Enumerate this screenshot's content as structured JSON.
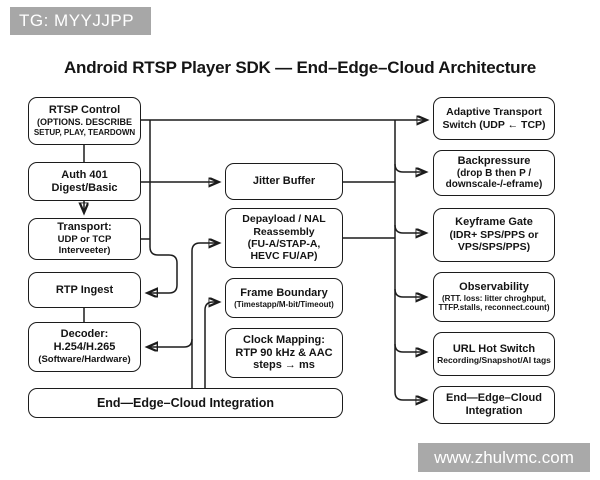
{
  "badge": {
    "text": "TG: MYYJJPP"
  },
  "title": "Android RTSP Player SDK — End–Edge–Cloud Architecture",
  "watermark": {
    "text": "www.zhulvmc.com"
  },
  "colors": {
    "box_border": "#1c1c1c",
    "text": "#141414",
    "badge_bg": "#a7a7a7",
    "watermark_bg": "#a9a9a9",
    "background": "#ffffff"
  },
  "nodes": {
    "rtsp_control": {
      "lines": [
        "RTSP Control",
        "(OPTIONS. DESCRIBE",
        "SETUP, PLAY, TEARDOWN"
      ]
    },
    "auth_401": {
      "lines": [
        "Auth 401",
        "Digest/Basic"
      ]
    },
    "transport": {
      "lines": [
        "Transport:",
        "UDP or TCP Interveeter)"
      ]
    },
    "rtp_ingest": {
      "lines": [
        "RTP Ingest"
      ]
    },
    "decoder": {
      "lines": [
        "Decoder:",
        "H.254/H.265",
        "(Software/Hardware)"
      ]
    },
    "eec_wide": {
      "lines": [
        "End—Edge–Cloud Integration"
      ]
    },
    "jitter_buffer": {
      "lines": [
        "Jitter Buffer"
      ]
    },
    "depayload": {
      "lines": [
        "Depayload / NAL",
        "Reassembly",
        "(FU-A/STAP-A,",
        "HEVC FU/AP)"
      ]
    },
    "frame_boundary": {
      "lines": [
        "Frame Boundary",
        "(Timestapp/M-bit/Timeout)"
      ]
    },
    "clock_mapping": {
      "lines": [
        "Clock Mapping:",
        "RTP 90 kHz & AAC",
        "steps → ms"
      ]
    },
    "adaptive": {
      "lines": [
        "Adaptive Transport",
        "Switch (UDP ← TCP)"
      ]
    },
    "backpressure": {
      "lines": [
        "Backpressure",
        "(drop B then P /",
        "downscale-/-eframe)"
      ]
    },
    "keyframe_gate": {
      "lines": [
        "Keyframe Gate",
        "(IDR+ SPS/PPS or",
        "VPS/SPS/PPS)"
      ]
    },
    "observability": {
      "lines": [
        "Observability",
        "(RTT. loss: litter chroghput,",
        "TTFP.stalls, reconnect.count)"
      ]
    },
    "url_hot_switch": {
      "lines": [
        "URL Hot Switch",
        "Recording/Snapshot/AI tags"
      ]
    },
    "eec_right": {
      "lines": [
        "End—Edge–Cloud",
        "Integration"
      ]
    }
  }
}
